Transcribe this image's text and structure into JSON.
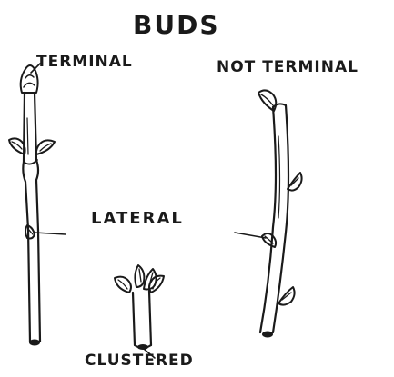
{
  "diagram": {
    "title": "BUDS",
    "labels": {
      "terminal": "TERMINAL",
      "not_terminal": "NOT TERMINAL",
      "lateral": "LATERAL",
      "clustered": "CLUSTERED"
    }
  }
}
